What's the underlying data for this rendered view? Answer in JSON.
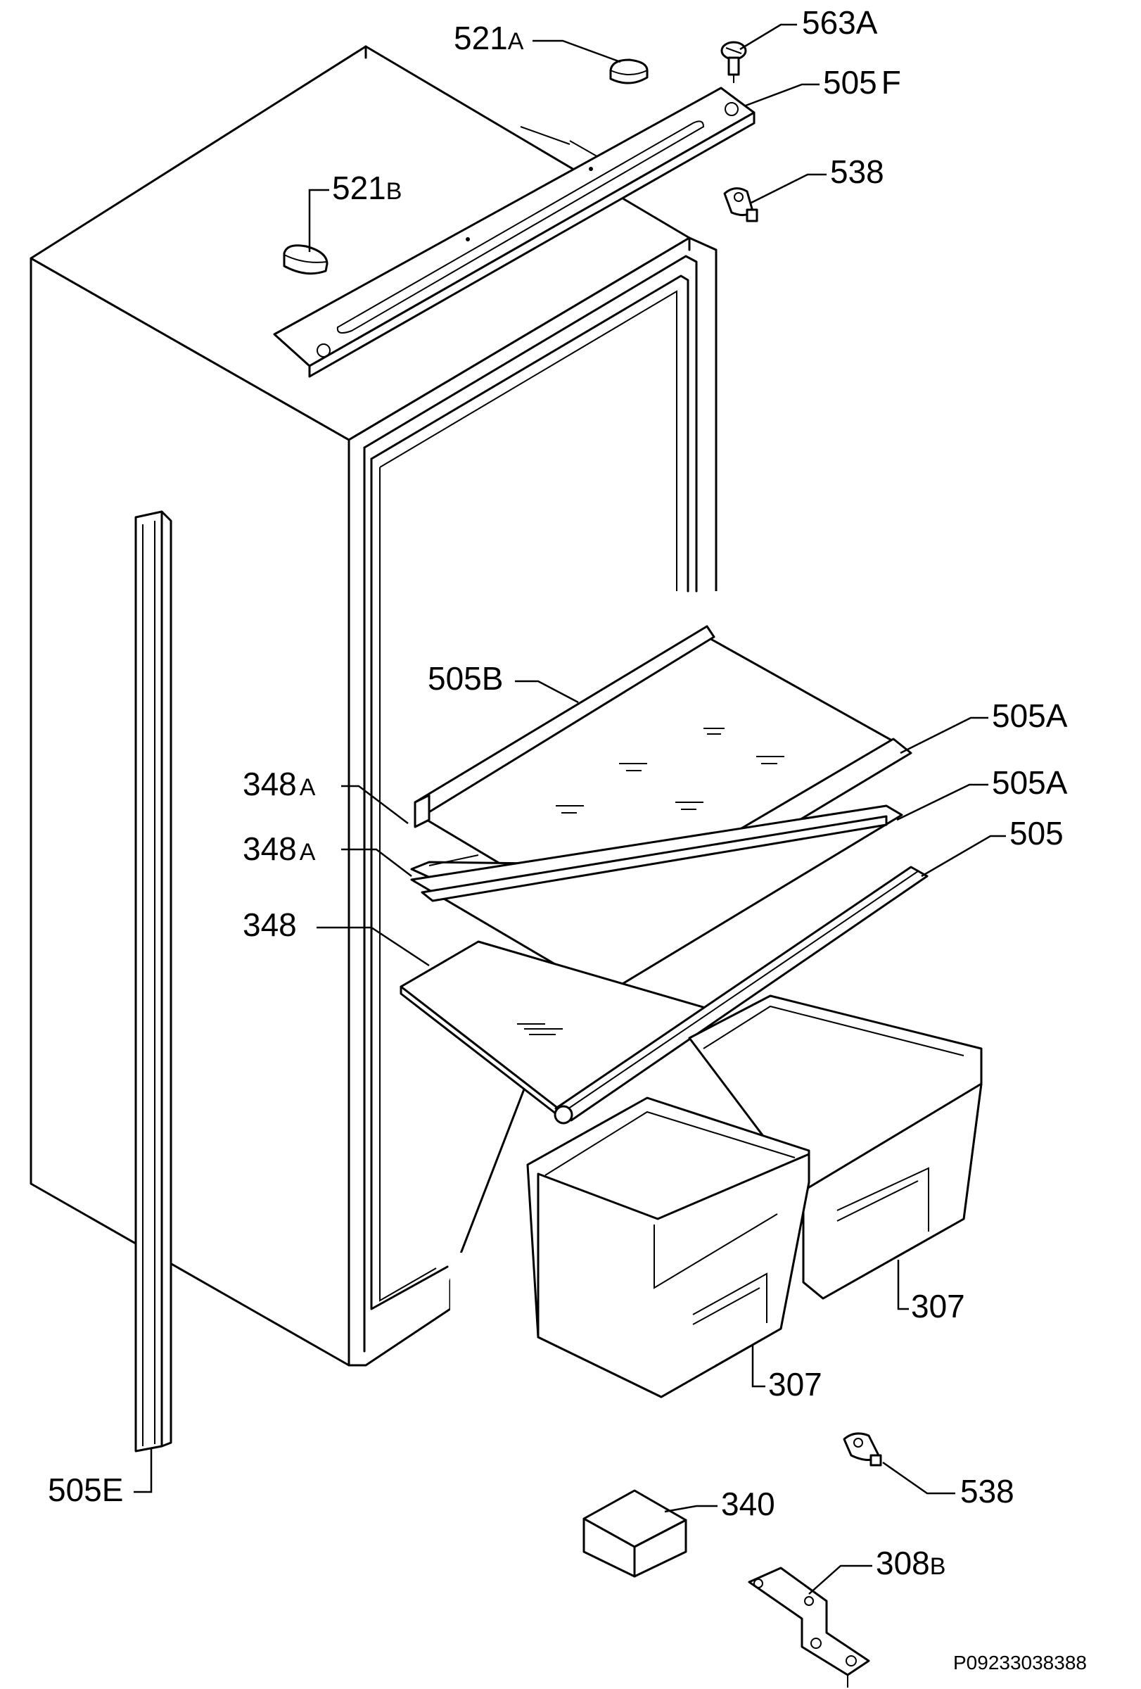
{
  "labels": [
    {
      "id": "563A",
      "num": "563",
      "suf": "A"
    },
    {
      "id": "521A",
      "num": "521",
      "suf": "A"
    },
    {
      "id": "505F",
      "num": "505",
      "suf": "F"
    },
    {
      "id": "538-top",
      "num": "538",
      "suf": ""
    },
    {
      "id": "521B",
      "num": "521",
      "suf": "B"
    },
    {
      "id": "505B",
      "num": "505B",
      "suf": ""
    },
    {
      "id": "505A-1",
      "num": "505A",
      "suf": ""
    },
    {
      "id": "348A-1",
      "num": "348",
      "suf": "A"
    },
    {
      "id": "505A-2",
      "num": "505A",
      "suf": ""
    },
    {
      "id": "348A-2",
      "num": "348",
      "suf": "A"
    },
    {
      "id": "505",
      "num": "505",
      "suf": ""
    },
    {
      "id": "348",
      "num": "348",
      "suf": ""
    },
    {
      "id": "307-right",
      "num": "307",
      "suf": ""
    },
    {
      "id": "307-left",
      "num": "307",
      "suf": ""
    },
    {
      "id": "505E",
      "num": "505E",
      "suf": ""
    },
    {
      "id": "340",
      "num": "340",
      "suf": ""
    },
    {
      "id": "538-bottom",
      "num": "538",
      "suf": ""
    },
    {
      "id": "308B",
      "num": "308",
      "suf": "B"
    }
  ],
  "reference_code": "P09233038388"
}
